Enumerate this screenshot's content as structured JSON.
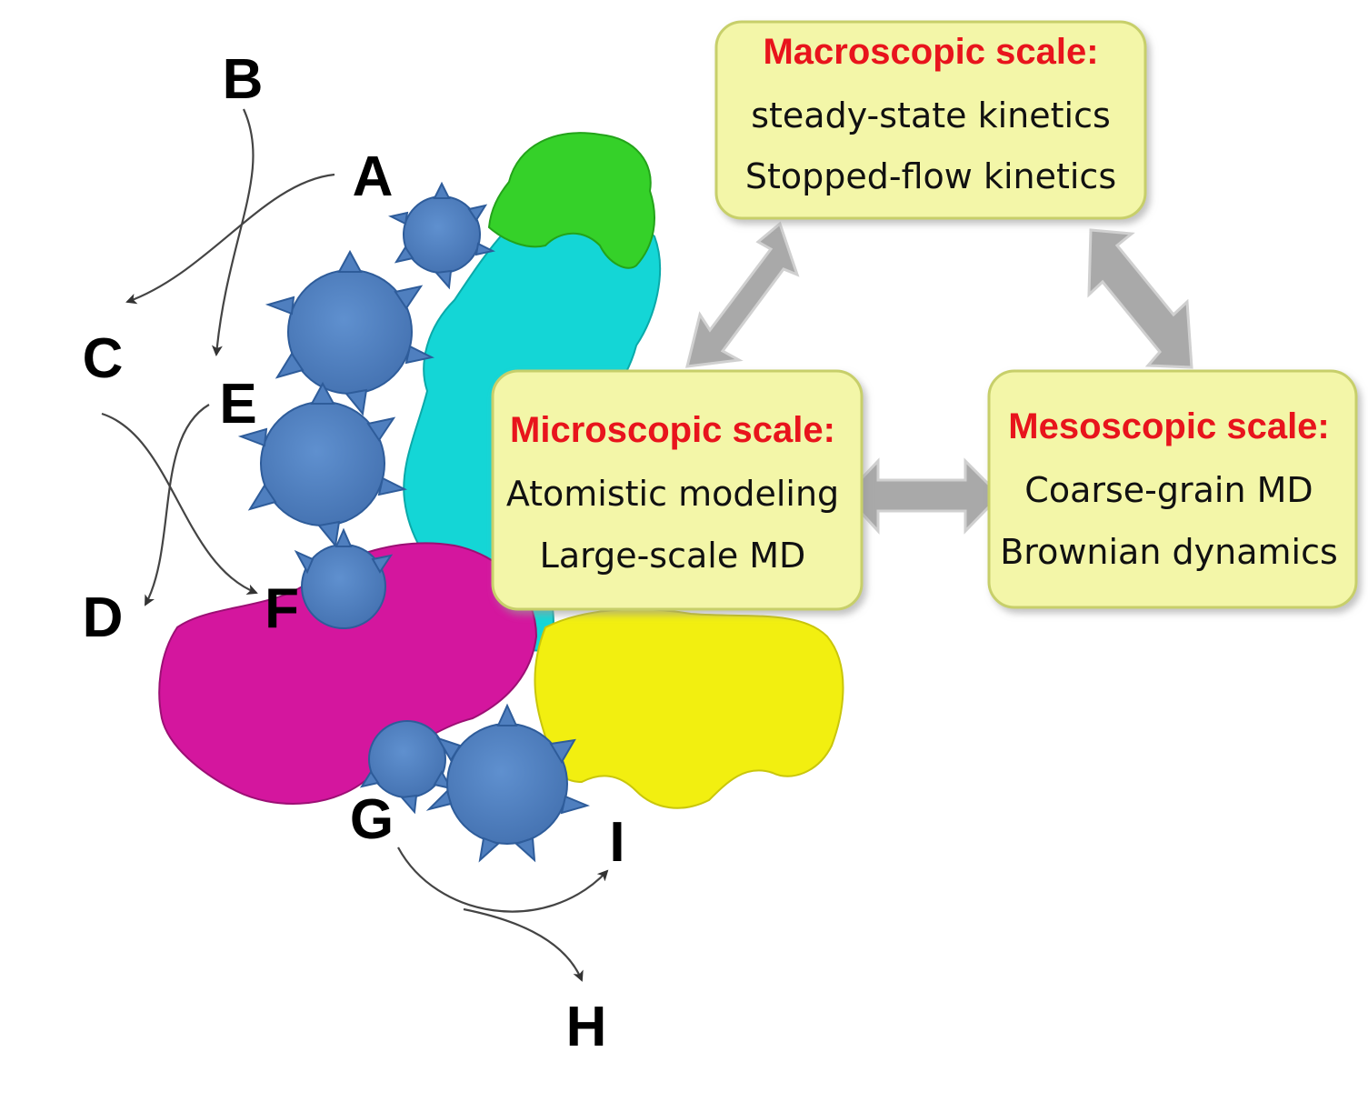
{
  "colors": {
    "box_fill": "#f3f6a8",
    "box_stroke": "#c7cf6a",
    "title_red": "#e8141c",
    "gear_blue": "#4f7fbf",
    "gear_edge": "#2e5c9a",
    "arrow_gray": "#a9a9a9",
    "protein_green": "#35d129",
    "protein_cyan": "#14d6d6",
    "protein_magenta": "#d4169e",
    "protein_yellow": "#f2ef10"
  },
  "letters": [
    "A",
    "B",
    "C",
    "D",
    "E",
    "F",
    "G",
    "H",
    "I"
  ],
  "boxes": {
    "macro": {
      "title": "Macroscopic scale:",
      "lines": [
        "steady-state kinetics",
        "Stopped-flow kinetics"
      ]
    },
    "micro": {
      "title": "Microscopic scale:",
      "lines": [
        "Atomistic modeling",
        "Large-scale MD"
      ]
    },
    "meso": {
      "title": "Mesoscopic scale:",
      "lines": [
        "Coarse-grain MD",
        "Brownian dynamics"
      ]
    }
  },
  "icons": {
    "gear": "gear-icon",
    "protein": "protein-surface",
    "double_arrow": "double-arrow-icon"
  }
}
